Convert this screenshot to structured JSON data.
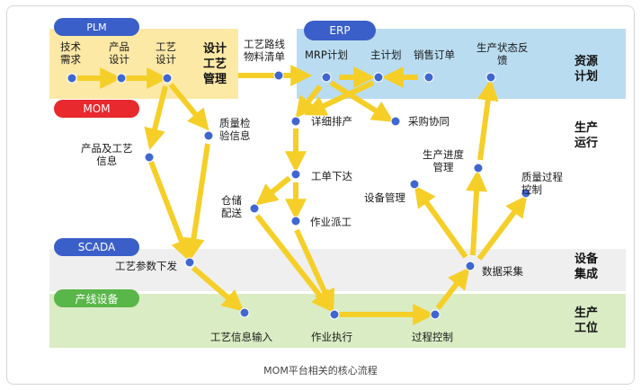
{
  "pills": {
    "plm": "PLM",
    "erp": "ERP",
    "mom": "MOM",
    "scada": "SCADA",
    "device": "产线设备"
  },
  "side_labels": {
    "design": [
      "设计",
      "工艺",
      "管理"
    ],
    "resource": [
      "资源",
      "计划"
    ],
    "operation": [
      "生产",
      "运行"
    ],
    "equipment": [
      "设备",
      "集成"
    ],
    "station": [
      "生产",
      "工位"
    ]
  },
  "nodes": {
    "tech_req": [
      "技术",
      "需求"
    ],
    "product_design": [
      "产品",
      "设计"
    ],
    "process_design": [
      "工艺",
      "设计"
    ],
    "routing_bom": [
      "工艺路线",
      "物料清单"
    ],
    "mrp": "MRP计划",
    "master_plan": "主计划",
    "sales_order": "销售订单",
    "prod_status": [
      "生产状态反",
      "馈"
    ],
    "quality_inspect": [
      "质量检",
      "验信息"
    ],
    "product_process_info": [
      "产品及工艺",
      "信息"
    ],
    "detail_schedule": "详细排产",
    "purchase": "采购协同",
    "work_order": "工单下达",
    "warehouse": [
      "仓储",
      "配送"
    ],
    "dispatch": "作业派工",
    "equipment_mgmt": "设备管理",
    "progress_mgmt": [
      "生产进度",
      "管理"
    ],
    "quality_ctrl": [
      "质量过程",
      "控制"
    ],
    "param_issue": "工艺参数下发",
    "data_collect": "数据采集",
    "process_info_input": "工艺信息输入",
    "job_exec": "作业执行",
    "process_ctrl": "过程控制"
  },
  "caption": "MOM平台相关的核心流程",
  "colors": {
    "plm_band": "#fde9a6",
    "erp_band": "#b9dcf0",
    "device_band": "#d9ecc4",
    "scada_band": "#eeeeee",
    "pill_blue": "#3b5fc9",
    "pill_red": "#e8292e",
    "pill_yellow": "#f6b917",
    "pill_green": "#59b648",
    "arrow": "#f5cf28",
    "node": "#3f67d0"
  }
}
